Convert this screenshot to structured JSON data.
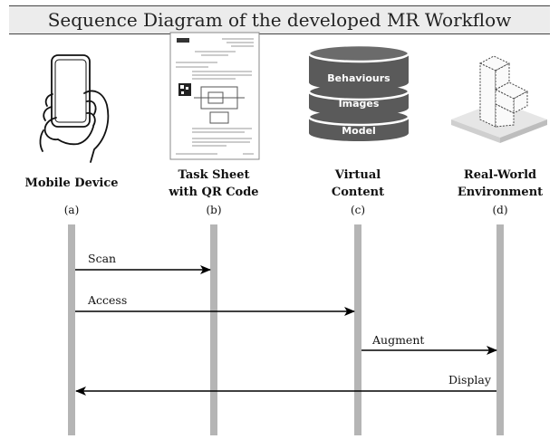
{
  "title": "Sequence Diagram of the developed MR Workflow",
  "participants": [
    {
      "name_line1": "Mobile Device",
      "name_line2": "",
      "letter": "(a)",
      "icon": "smartphone-hand-icon"
    },
    {
      "name_line1": "Task Sheet",
      "name_line2": "with QR Code",
      "letter": "(b)",
      "icon": "task-sheet-document-icon"
    },
    {
      "name_line1": "Virtual",
      "name_line2": "Content",
      "letter": "(c)",
      "icon": "database-stack-icon"
    },
    {
      "name_line1": "Real-World",
      "name_line2": "Environment",
      "letter": "(d)",
      "icon": "3d-part-icon"
    }
  ],
  "database_layers": [
    "Behaviours",
    "Images",
    "Model"
  ],
  "messages": [
    {
      "label": "Scan",
      "from": 0,
      "to": 1
    },
    {
      "label": "Access",
      "from": 0,
      "to": 2
    },
    {
      "label": "Augment",
      "from": 2,
      "to": 3
    },
    {
      "label": "Display",
      "from": 3,
      "to": 0
    }
  ],
  "colors": {
    "lifeline": "#b5b5b5",
    "database": "#5a5a5a",
    "arrow": "#000000",
    "title_bg": "#ececec"
  }
}
